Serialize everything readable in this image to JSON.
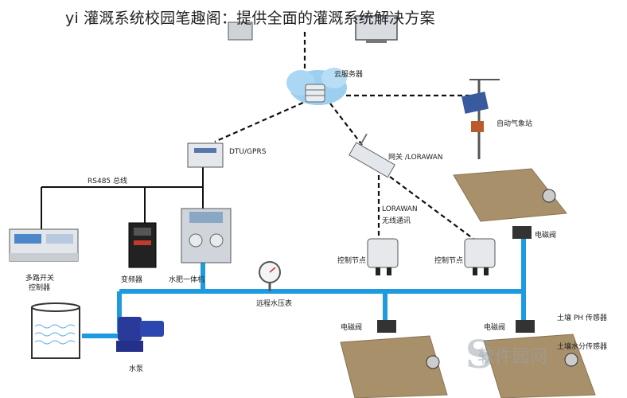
{
  "title": "yi 灌溉系统校园笔趣阁：提供全面的灌溉系统解决方案",
  "labels": {
    "cloud_server": "云服务器",
    "weather_station": "自动气象站",
    "dtu": "DTU/GPRS",
    "gateway": "网关 /LORAWAN",
    "rs485": "RS485 总线",
    "lorawan": "LORAWAN",
    "wireless": "无线通讯",
    "multi_switch_1": "多路开关",
    "multi_switch_2": "控制器",
    "inverter": "变频器",
    "fertigation": "水肥一体机",
    "control_node_1": "控制节点",
    "control_node_2": "控制节点",
    "solenoid_top": "电磁阀",
    "solenoid_mid": "电磁阀",
    "solenoid_right": "电磁阀",
    "pressure_gauge": "远程水压表",
    "pump": "水泵",
    "soil_ph": "土壤 PH 传感器",
    "soil_moisture": "土壤水分传感器"
  },
  "watermark": {
    "letter": "S",
    "text": "软件园网"
  },
  "colors": {
    "pipe": "#1e9be0",
    "wire": "#111111",
    "field": "#a8906a"
  }
}
